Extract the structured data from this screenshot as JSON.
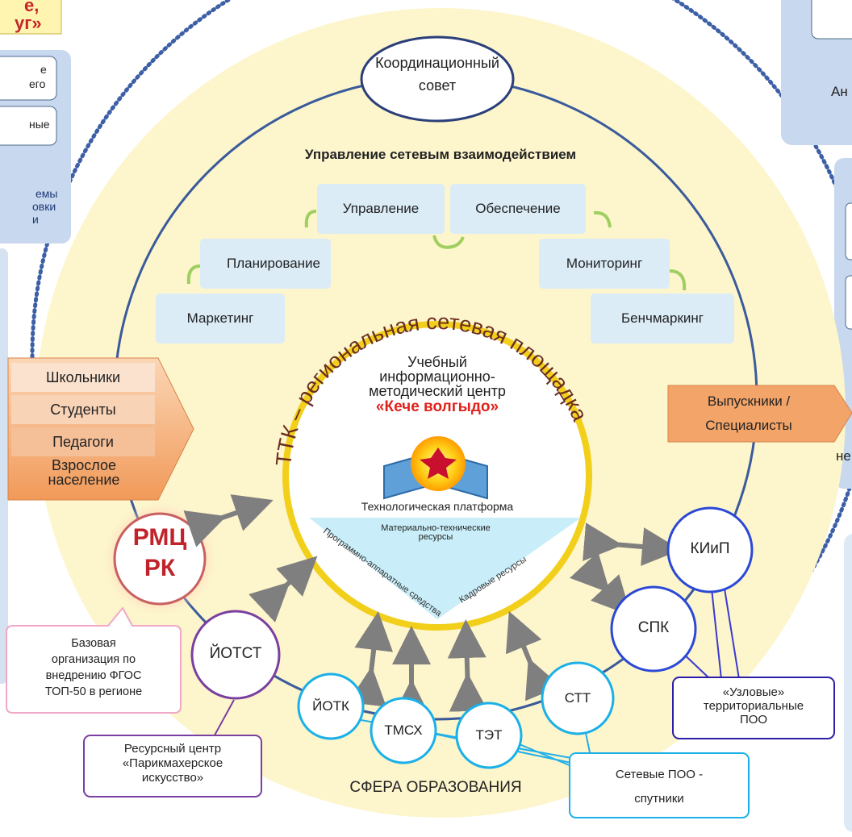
{
  "top_left_banner": [
    "е,",
    "уг»"
  ],
  "left_panel": {
    "box1": [
      "е",
      "его"
    ],
    "box2": "ные",
    "caption": [
      "емы",
      "овки",
      "и"
    ]
  },
  "right_panel_top": {
    "caption": "Ан"
  },
  "right_panel_mid": {
    "caption": "не"
  },
  "coord_council": [
    "Координационный",
    "совет"
  ],
  "network_mgmt_title": "Управление сетевым взаимодействием",
  "cycle": {
    "management": "Управление",
    "provision": "Обеспечение",
    "planning": "Планирование",
    "monitoring": "Мониторинг",
    "marketing": "Маркетинг",
    "benchmarking": "Бенчмаркинг"
  },
  "arc_text": "ТТК – региональная сетевая площадка",
  "center": {
    "line1": "Учебный",
    "line2": "информационно-",
    "line3": "методический центр",
    "name": "«Кече волгыдо»",
    "platform": "Технологическая платформа",
    "resource_top": "Материально-технические ресурсы",
    "resource_left": "Программно-аппаратные средства",
    "resource_right": "Кадровые ресурсы"
  },
  "left_arrow": [
    "Школьники",
    "Студенты",
    "Педагоги",
    "Взрослое население"
  ],
  "right_arrow": [
    "Выпускники /",
    "Специалисты"
  ],
  "rmc": [
    "РМЦ",
    "РК"
  ],
  "rmc_callout": [
    "Базовая",
    "организация по",
    "внедрению ФГОС",
    "ТОП-50 в регионе"
  ],
  "nodes": {
    "yotst": "ЙОТСТ",
    "yotk": "ЙОТК",
    "tmsh": "ТМСХ",
    "tet": "ТЭТ",
    "stt": "СТТ",
    "spk": "СПК",
    "kiip": "КИиП"
  },
  "resource_center_callout": [
    "Ресурсный центр",
    "«Парикмахерское",
    "искусство»"
  ],
  "nodal_callout": [
    "«Узловые»",
    "территориальные",
    "ПОО"
  ],
  "satellite_callout": [
    "Сетевые ПОО -",
    "спутники"
  ],
  "education_sphere": "СФЕРА ОБРАЗОВАНИЯ",
  "colors": {
    "yellow_halo": "#fdf5cc",
    "outer_ring": "#3a5b9b",
    "inner_ring_gold": "#f2cf1a",
    "box_fill": "#dbecf7",
    "orange_arrow": "#f4a56b",
    "rmc_red": "#c0232a",
    "node_blue": "#2b49d6",
    "node_cyan": "#1ab0e8",
    "purple_outline": "#7a3fa0"
  }
}
